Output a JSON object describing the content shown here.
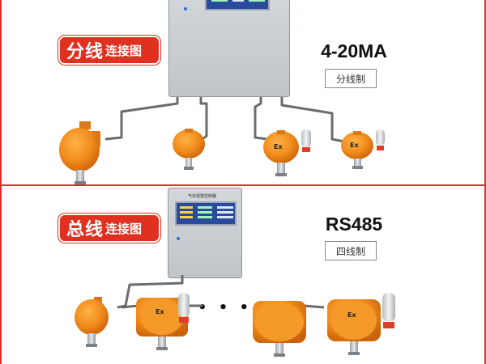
{
  "sections": [
    {
      "id": "split",
      "tag_big": "分线",
      "tag_small": "连接图",
      "protocol": "4-20MA",
      "mode": "分线制"
    },
    {
      "id": "bus",
      "tag_big": "总线",
      "tag_small": "连接图",
      "protocol": "RS485",
      "mode": "四线制"
    }
  ],
  "controller_bottom_caption": "气体报警控制器",
  "detector_mark": "Ex",
  "ellipsis": "• • •",
  "colors": {
    "frame": "#d9302c",
    "tag": "#e0301f",
    "detector_orange": "#f08a1a",
    "controller": "#c8cdd1",
    "wire": "#6b6b6b",
    "strobe_red": "#e53a2a"
  }
}
